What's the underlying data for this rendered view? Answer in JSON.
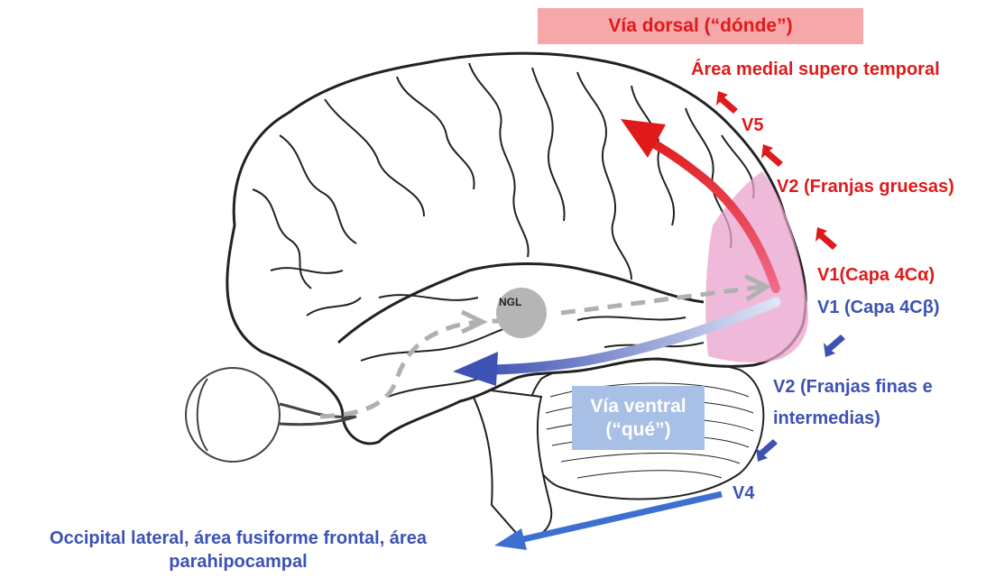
{
  "dorsal": {
    "title": "Vía dorsal (“dónde”)"
  },
  "ventral": {
    "line1": "Vía ventral",
    "line2": "(“qué”)"
  },
  "center": {
    "ngl": "NGL"
  },
  "dorsal_labels": {
    "mst": "Área medial supero temporal",
    "v5": "V5",
    "v2": "V2 (Franjas gruesas)",
    "v1": "V1(Capa 4Cα)"
  },
  "ventral_labels": {
    "v1": "V1 (Capa 4Cβ)",
    "v2_line1": "V2 (Franjas finas e",
    "v2_line2": "intermedias)",
    "v4": "V4"
  },
  "bottom": {
    "line1": "Occipital lateral, área fusiforme frontal, área",
    "line2": "parahipocampal"
  },
  "colors": {
    "dorsal": "#e01a1a",
    "ventral": "#3d52b3",
    "dorsal_box": "#f5a7aa",
    "ventral_box": "#a8bfe6",
    "v1_region": "#e9a3cc",
    "ngl": "#b5b5b5"
  }
}
